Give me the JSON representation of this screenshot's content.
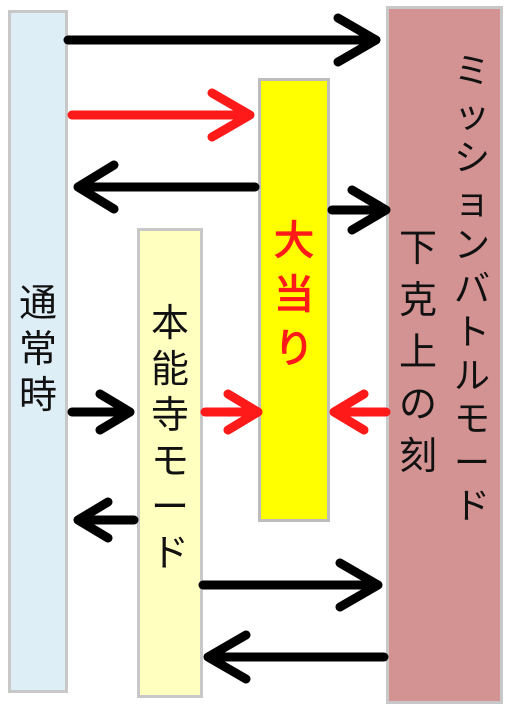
{
  "nodes": {
    "normal": {
      "label": [
        "通",
        "常",
        "時"
      ],
      "fill": "#deeef7"
    },
    "honnoji": {
      "label": [
        "本",
        "能",
        "寺",
        "モ",
        "ー",
        "ド"
      ],
      "fill": "#ffffc0"
    },
    "jackpot": {
      "label": [
        "大",
        "当",
        "り"
      ],
      "fill": "#ffff00",
      "text_color": "#ff1a1a"
    },
    "mission": {
      "label_col1": [
        "ミ",
        "ッ",
        "シ",
        "ョ",
        "ン",
        "バ",
        "ト",
        "ル",
        "モ",
        "ー",
        "ド"
      ],
      "label_col2": [
        "下",
        "克",
        "上",
        "の",
        "刻"
      ],
      "fill": "#d49393"
    }
  },
  "arrow_colors": {
    "black": "#000000",
    "red": "#ff1a1a"
  }
}
